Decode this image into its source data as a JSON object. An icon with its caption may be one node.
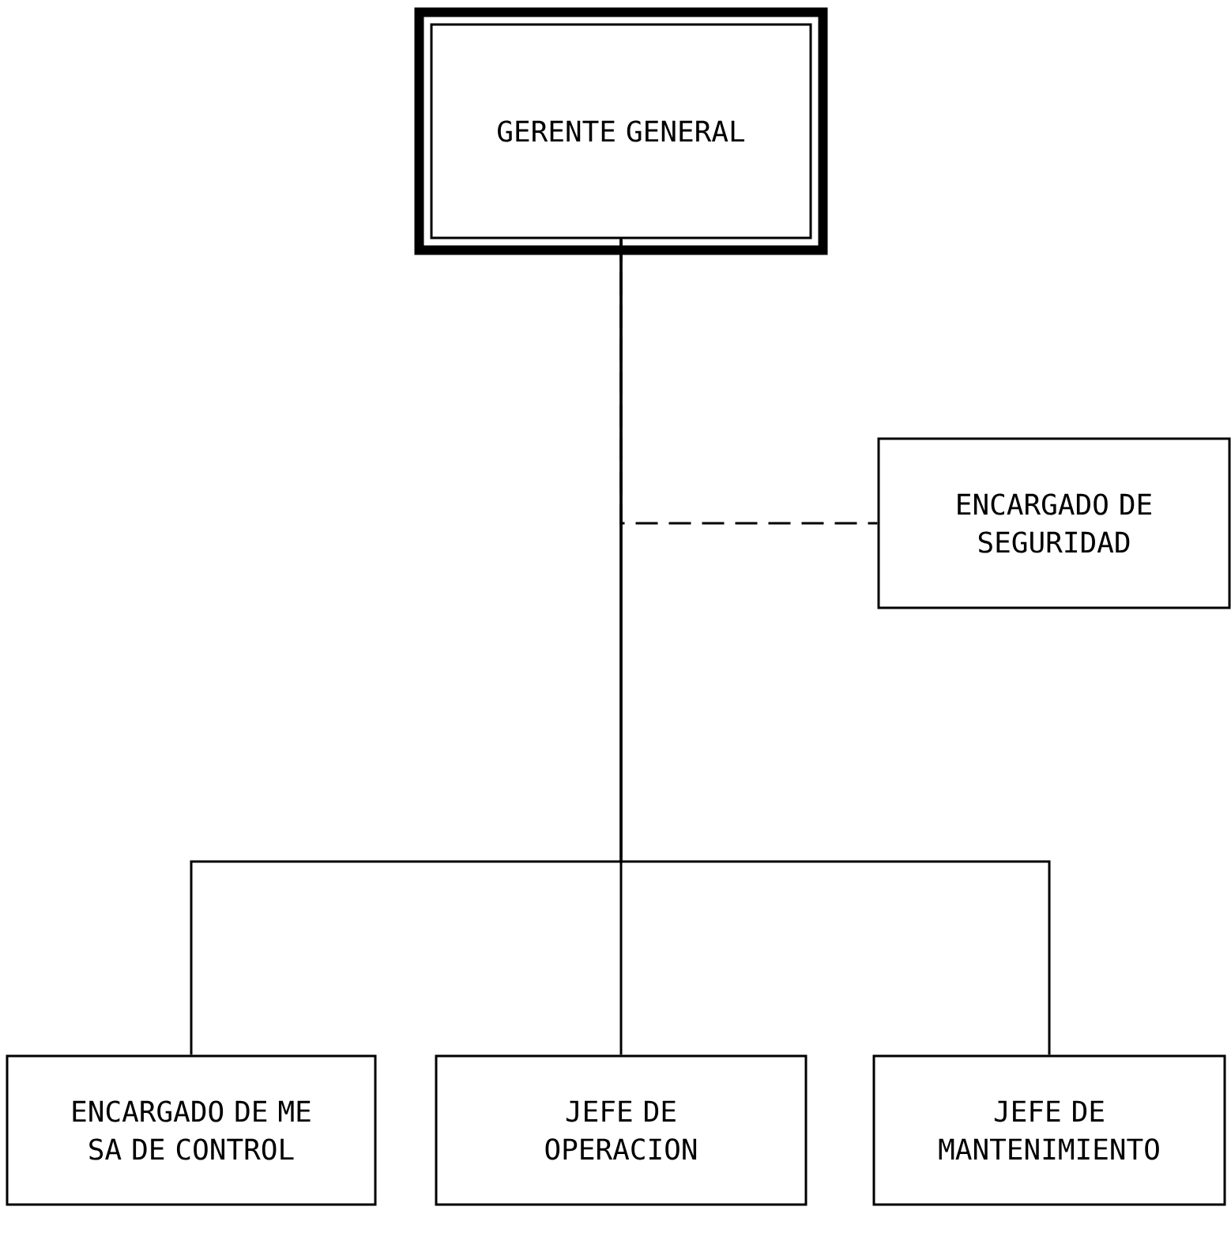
{
  "diagram": {
    "nodes": [
      {
        "text": [
          "GERENTE GENERAL"
        ]
      },
      {
        "text": [
          "ENCARGADO DE SEGURIDAD"
        ]
      },
      {
        "text": [
          "ENCARGADO DE ME SA DE CONTROL"
        ]
      },
      {
        "text": [
          "JEFE DE OPERACION"
        ]
      },
      {
        "text": [
          "JEFE DE MANTENIMIENTO"
        ]
      }
    ],
    "edges": [
      {
        "from": 0,
        "to": 1,
        "arrow": "none",
        "style": "dashed"
      },
      {
        "from": 0,
        "to": 2,
        "arrow": "none"
      },
      {
        "from": 0,
        "to": 3,
        "arrow": "none"
      },
      {
        "from": 0,
        "to": 4,
        "arrow": "none"
      }
    ]
  }
}
